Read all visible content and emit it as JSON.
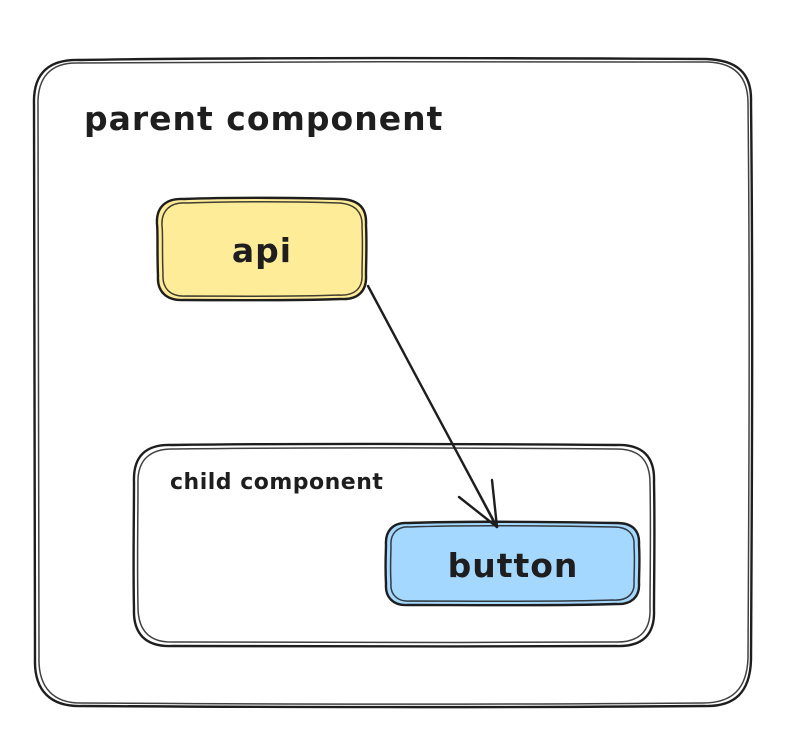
{
  "canvas": {
    "background": "#ffffff",
    "stroke_color": "#1e1e1e"
  },
  "nodes": {
    "parent": {
      "label": "parent component",
      "fill": "transparent"
    },
    "api": {
      "label": "api",
      "fill": "#ffec99"
    },
    "child": {
      "label": "child component",
      "fill": "transparent"
    },
    "button": {
      "label": "button",
      "fill": "#a5d8ff"
    }
  },
  "edges": [
    {
      "from": "api",
      "to": "button",
      "style": "arrow"
    }
  ]
}
